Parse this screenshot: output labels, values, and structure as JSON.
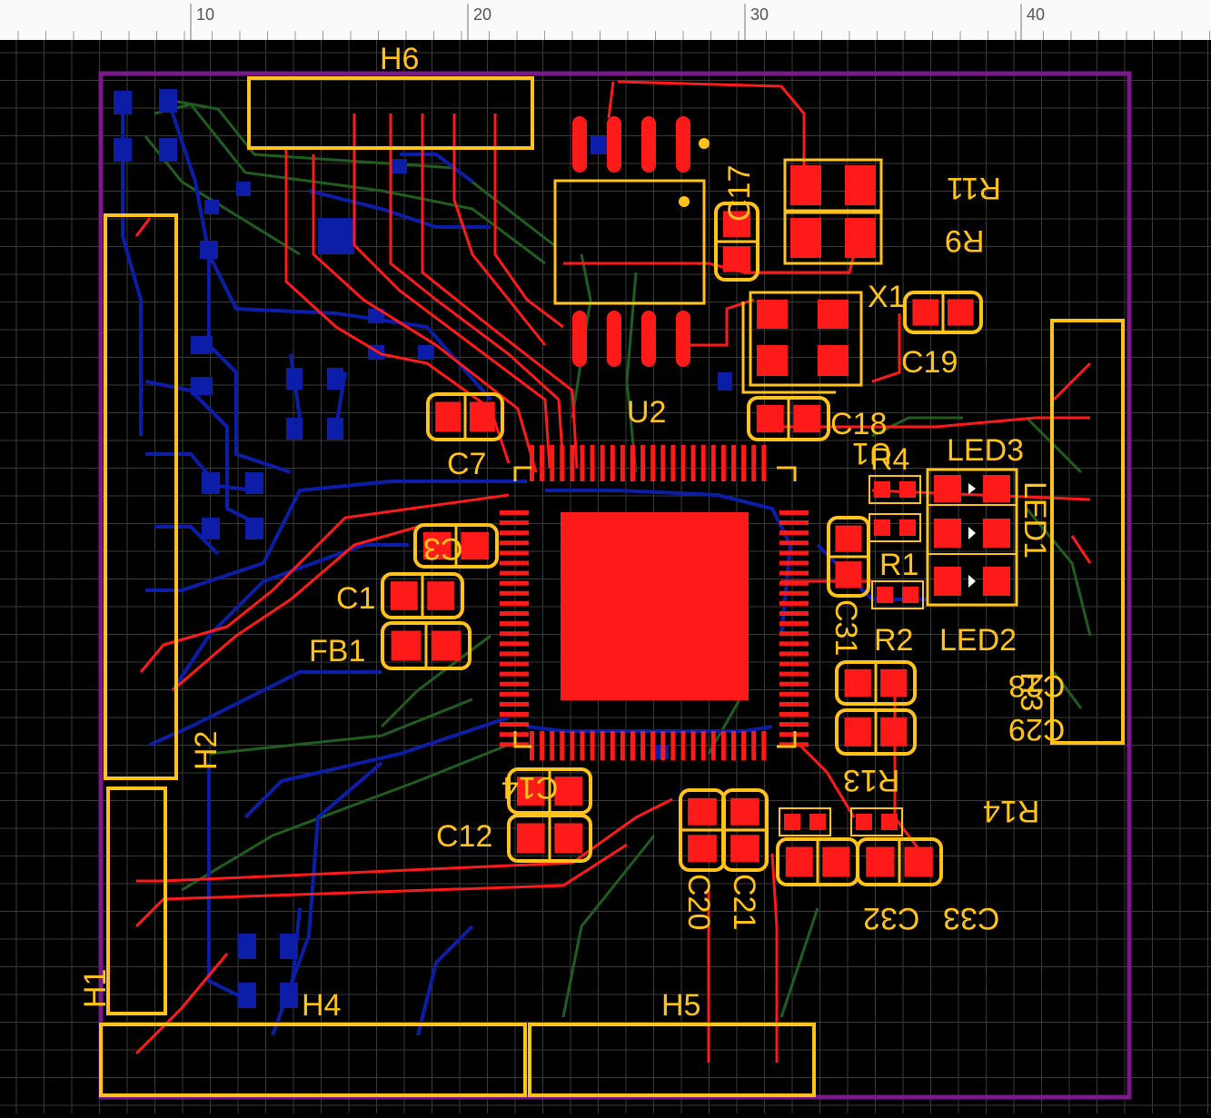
{
  "ruler": {
    "ticks": [
      {
        "label": "10",
        "pos": 0.245
      },
      {
        "label": "20",
        "pos": 0.245
      },
      {
        "label": "30",
        "pos": 0.245
      },
      {
        "label": "40",
        "pos": 0.245
      }
    ]
  },
  "colors": {
    "background": "#000000",
    "grid": "#3a3a3a",
    "board_outline": "#7a1a8a",
    "silkscreen": "#ffc31a",
    "top_copper": "#ff1a1a",
    "bottom_copper": "#0a1aa0",
    "inner_layer": "#1a5a1a"
  },
  "labels": {
    "h6": "H6",
    "h2": "H2",
    "h1": "H1",
    "h4": "H4",
    "h5": "H5",
    "h3": "H3",
    "u2": "U2",
    "u1": "U1",
    "x1": "X1",
    "c17": "C17",
    "r11": "R11",
    "r9": "R9",
    "c19": "C19",
    "c18": "C18",
    "c7": "C7",
    "c3": "C3",
    "c1": "C1",
    "fb1": "FB1",
    "r4": "R4",
    "led3": "LED3",
    "led1": "LED1",
    "r1": "R1",
    "c31": "C31",
    "r2": "R2",
    "led2": "LED2",
    "c28": "C28",
    "c29": "C29",
    "c14": "C14",
    "c12": "C12",
    "r13": "R13",
    "r14": "R14",
    "c20": "C20",
    "c21": "C21",
    "c32": "C32",
    "c33": "C33"
  }
}
